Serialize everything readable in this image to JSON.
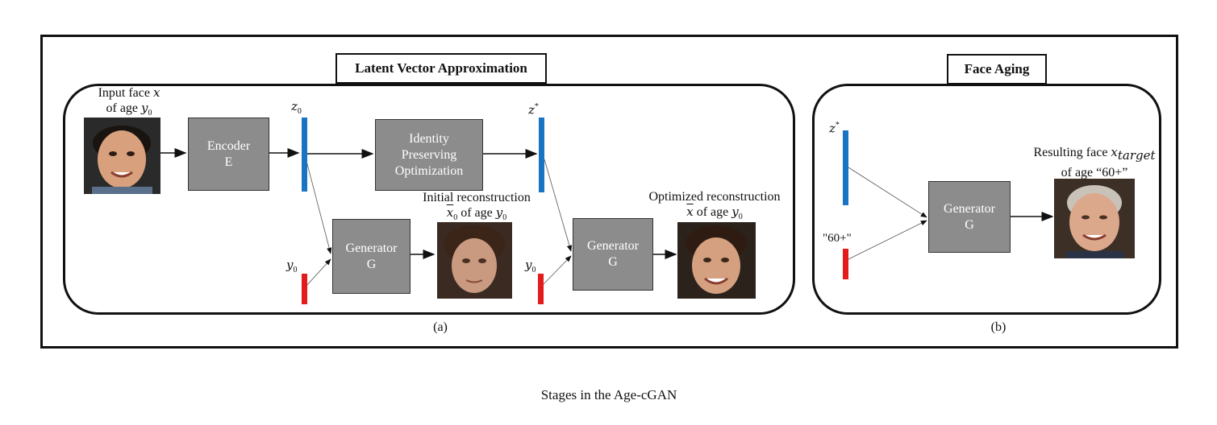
{
  "panels": {
    "left_title": "Latent Vector Approximation",
    "right_title": "Face Aging",
    "left_caption": "(a)",
    "right_caption": "(b)"
  },
  "boxes": {
    "encoder": [
      "Encoder",
      "E"
    ],
    "identity": [
      "Identity",
      "Preserving",
      "Optimization"
    ],
    "generator1": [
      "Generator",
      "G"
    ],
    "generator2": [
      "Generator",
      "G"
    ],
    "generator3": [
      "Generator",
      "G"
    ]
  },
  "labels": {
    "input_line1": "Input face",
    "input_var": "x",
    "input_line2": "of age",
    "age_var": "y",
    "sub0": "0",
    "z0": "z",
    "zstar": "z",
    "star": "*",
    "y0": "y",
    "initial_line1": "Initial reconstruction",
    "initial_var": "x",
    "initial_line2": "of age",
    "optimized_line1": "Optimized reconstruction",
    "optimized_var": "x",
    "optimized_line2": "of age",
    "target_age": "\"60+\"",
    "result_line1": "Resulting face",
    "result_var": "x",
    "result_sub": "target",
    "result_line2": "of age “60+”"
  },
  "caption": "Stages in the Age-cGAN",
  "colors": {
    "latent_bar": "#1a74c4",
    "condition_bar": "#e31b1b",
    "box_fill": "#8c8c8c"
  }
}
